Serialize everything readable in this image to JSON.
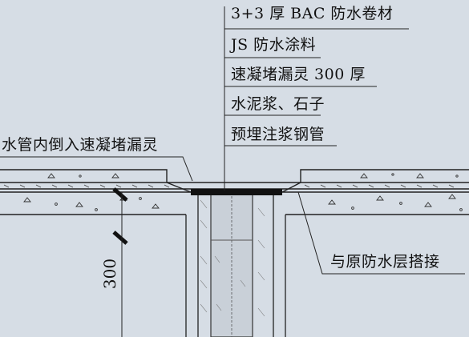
{
  "labels": {
    "layer_1": "3+3 厚 BAC 防水卷材",
    "layer_2": "JS 防水涂料",
    "layer_3": "速凝堵漏灵 300 厚",
    "layer_4": "水泥浆、石子",
    "layer_5": "预埋注浆钢管",
    "pipe_fill": "水管内倒入速凝堵漏灵",
    "overlap": "与原防水层搭接"
  },
  "dimension": {
    "depth": "300"
  }
}
